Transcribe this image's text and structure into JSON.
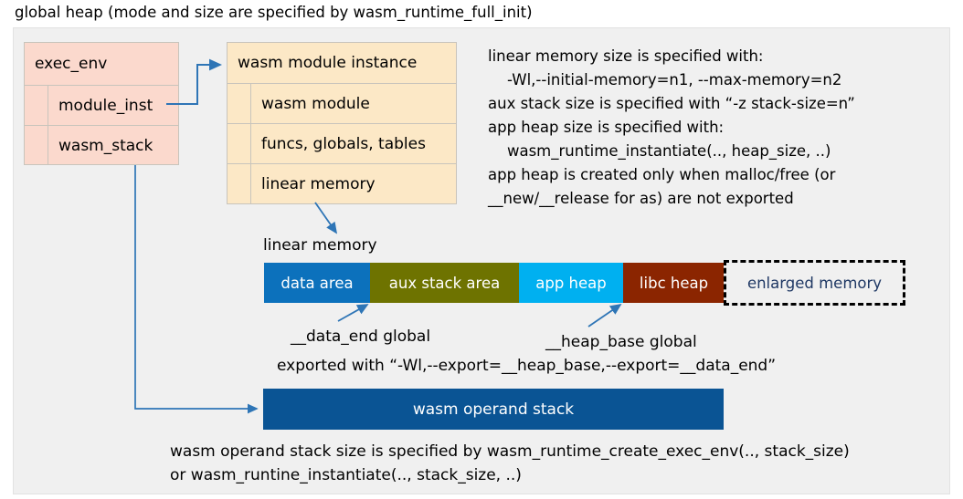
{
  "title": "global heap (mode and size are specified by wasm_runtime_full_init)",
  "colors": {
    "panel_bg": "#f0f0f0",
    "exec_env_fill": "#fbd9cd",
    "module_instance_fill": "#fce8c6",
    "data_area": "#0c71bc",
    "aux_stack_area": "#6e7300",
    "app_heap": "#00b0f0",
    "libc_heap": "#8b2500",
    "enlarged_memory_text": "#1f3864",
    "operand_stack": "#0a5494",
    "connector": "#2e75b6"
  },
  "exec_env": {
    "header": "exec_env",
    "fields": [
      {
        "label": "module_inst"
      },
      {
        "label": "wasm_stack"
      }
    ]
  },
  "module_instance": {
    "header": "wasm module instance",
    "fields": [
      {
        "label": "wasm module"
      },
      {
        "label": "funcs, globals, tables"
      },
      {
        "label": "linear memory"
      }
    ]
  },
  "notes_right": "linear memory size is specified with:\n    -Wl,--initial-memory=n1, --max-memory=n2\naux stack size is specified with “-z stack-size=n”\napp heap size is specified with:\n    wasm_runtime_instantiate(.., heap_size, ..)\napp heap is created only when malloc/free (or\n__new/__release for as) are not exported",
  "linear_memory": {
    "label": "linear memory",
    "segments": [
      {
        "name": "data-area",
        "label": "data area"
      },
      {
        "name": "aux-stack-area",
        "label": "aux stack area"
      },
      {
        "name": "app-heap",
        "label": "app heap"
      },
      {
        "name": "libc-heap",
        "label": "libc heap"
      },
      {
        "name": "enlarged-memory",
        "label": "enlarged memory"
      }
    ]
  },
  "captions": {
    "data_end": "__data_end global",
    "heap_base": "__heap_base global",
    "exported": "exported with “-Wl,--export=__heap_base,--export=__data_end”"
  },
  "operand_stack": {
    "label": "wasm operand stack"
  },
  "notes_bottom": "wasm operand stack size is specified by wasm_runtime_create_exec_env(.., stack_size)\nor wasm_runtine_instantiate(.., stack_size, ..)"
}
